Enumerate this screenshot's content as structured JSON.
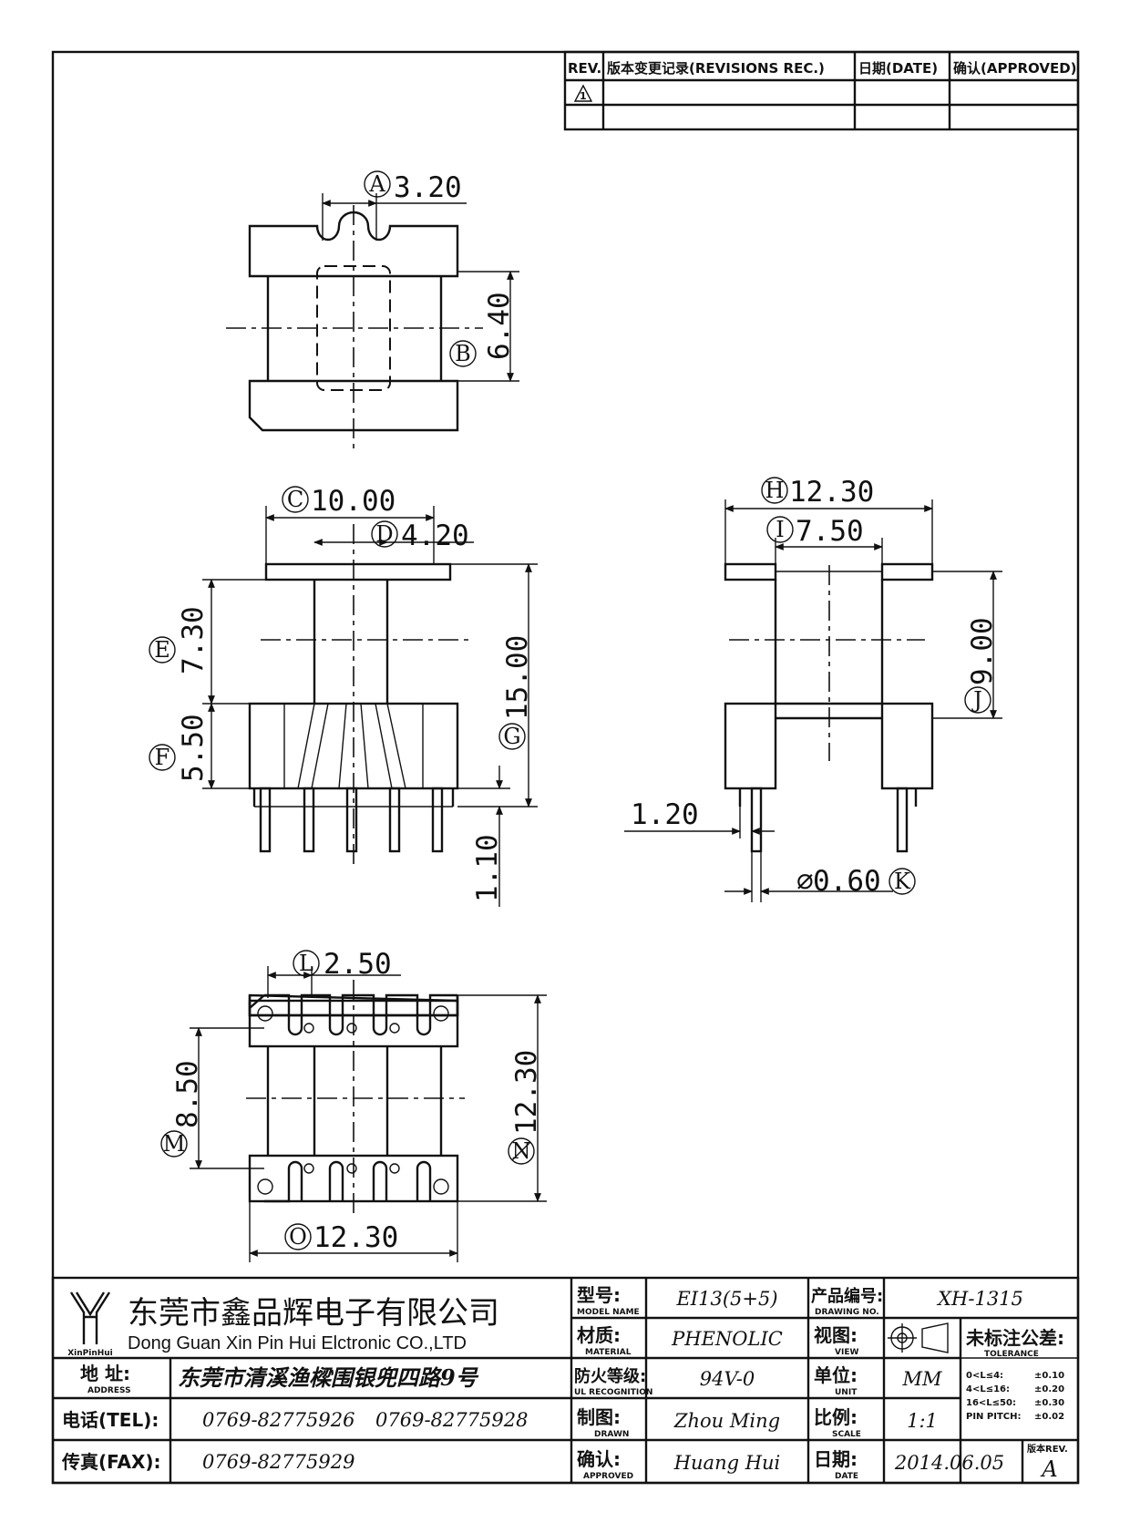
{
  "revisions": {
    "headers": [
      "REV.",
      "版本变更记录(REVISIONS REC.)",
      "日期(DATE)",
      "确认(APPROVED)"
    ],
    "rev_marker": "1"
  },
  "dimensions": {
    "A": "3.20",
    "B": "6.40",
    "C": "10.00",
    "D": "4.20",
    "E": "7.30",
    "F": "5.50",
    "G": "15.00",
    "H": "12.30",
    "I": "7.50",
    "J": "9.00",
    "K": "0.60",
    "L": "2.50",
    "M": "8.50",
    "N": "12.30",
    "O": "12.30",
    "pin_offset": "1.20",
    "pin_gap": "1.10"
  },
  "dim_labels": [
    "A",
    "B",
    "C",
    "D",
    "E",
    "F",
    "G",
    "H",
    "I",
    "J",
    "K",
    "L",
    "M",
    "N",
    "O"
  ],
  "diameter_symbol": "⌀",
  "title_block": {
    "company_cn": "东莞市鑫品辉电子有限公司",
    "company_en": "Dong Guan Xin Pin Hui Elctronic CO.,LTD",
    "logo_text": "XinPinHui",
    "address_label": "地  址:",
    "address_label_en": "ADDRESS",
    "address": "东莞市清溪渔樑围银兜四路9号",
    "tel_label": "电话(TEL):",
    "tel": [
      "0769-82775926",
      "0769-82775928"
    ],
    "fax_label": "传真(FAX):",
    "fax": "0769-82775929",
    "model_label": "型号:",
    "model_label_en": "MODEL NAME",
    "model": "EI13(5+5)",
    "material_label": "材质:",
    "material_label_en": "MATERIAL",
    "material": "PHENOLIC",
    "flame_label": "防火等级:",
    "flame_label_en": "UL RECOGNITION",
    "flame": "94V-0",
    "drawn_label": "制图:",
    "drawn_label_en": "DRAWN",
    "drawn": "Zhou Ming",
    "approved_label": "确认:",
    "approved_label_en": "APPROVED",
    "approved": "Huang Hui",
    "drawing_no_label": "产品编号:",
    "drawing_no_label_en": "DRAWING NO.",
    "drawing_no": "XH-1315",
    "view_label": "视图:",
    "view_label_en": "VIEW",
    "unit_label": "单位:",
    "unit_label_en": "UNIT",
    "unit": "MM",
    "scale_label": "比例:",
    "scale_label_en": "SCALE",
    "scale": "1:1",
    "date_label": "日期:",
    "date_label_en": "DATE",
    "date": "2014.06.05",
    "tolerance_label": "未标注公差:",
    "tolerance_label_en": "TOLERANCE",
    "tolerance_rows": [
      [
        "0<L≤4:",
        "±0.10"
      ],
      [
        "4<L≤16:",
        "±0.20"
      ],
      [
        "16<L≤50:",
        "±0.30"
      ],
      [
        "PIN PITCH:",
        "±0.02"
      ]
    ],
    "version_label": "版本REV.",
    "version": "A"
  }
}
